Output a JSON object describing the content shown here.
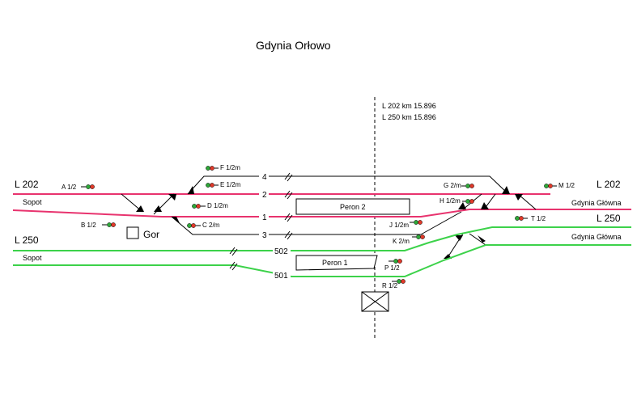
{
  "title": "Gdynia Orłowo",
  "km_lines": [
    "L 202 km  15.896",
    "L 250 km  15.896"
  ],
  "line_labels": {
    "l202_left": "L 202",
    "l202_right": "L 202",
    "l250_left": "L 250",
    "l250_right": "L 250",
    "sopot_upper": "Sopot",
    "sopot_lower": "Sopot",
    "gdynia_upper": "Gdynia Główna",
    "gdynia_lower": "Gdynia Główna"
  },
  "track_numbers": {
    "t4": "4",
    "t2": "2",
    "t1": "1",
    "t3": "3",
    "t502": "502",
    "t501": "501"
  },
  "platforms": {
    "peron2": "Peron 2",
    "peron1": "Peron 1"
  },
  "signals": {
    "A": "A 1/2",
    "B": "B 1/2",
    "C": "C 2/m",
    "D": "D 1/2m",
    "E": "E 1/2m",
    "F": "F 1/2m",
    "G": "G 2/m",
    "H": "H 1/2m",
    "J": "J 1/2m",
    "K": "K 2/m",
    "M": "M 1/2",
    "T": "T 1/2",
    "P": "P 1/2",
    "R": "R 1/2"
  },
  "signal_box_label": "Gor",
  "colors": {
    "line202": "#e8336e",
    "line250": "#3cd24a",
    "local": "#000000",
    "signal_red": "#e03a2a",
    "signal_green": "#2fa83a"
  }
}
